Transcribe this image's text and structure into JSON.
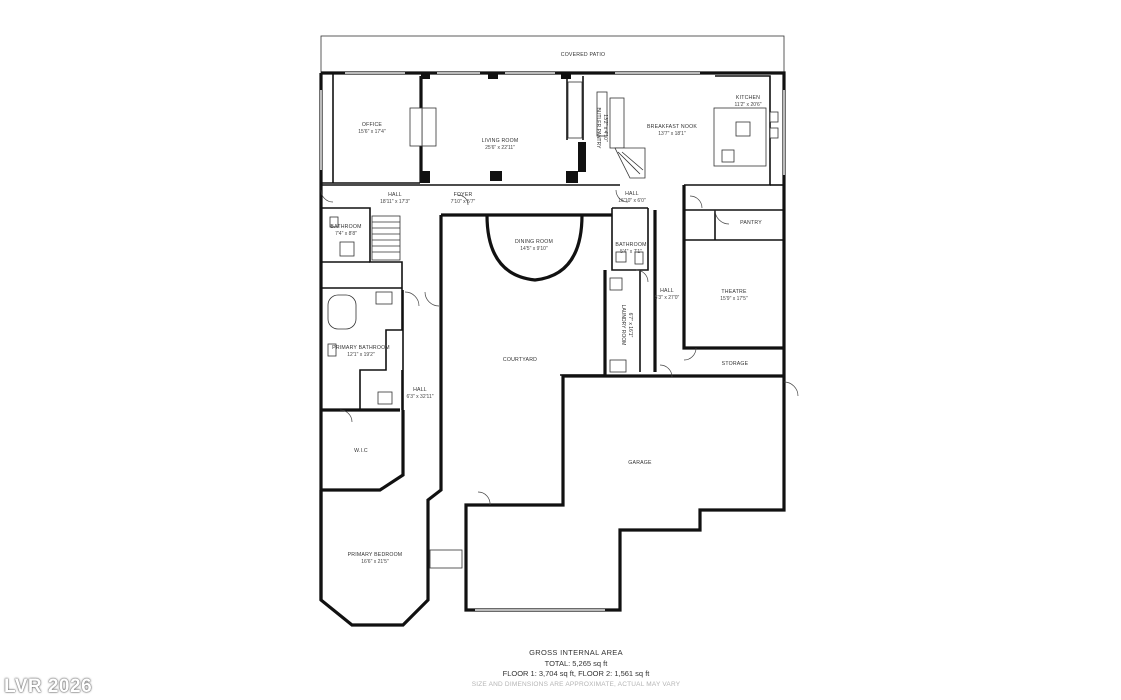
{
  "plan": {
    "rooms": {
      "covered_patio": {
        "name": "COVERED PATIO"
      },
      "office": {
        "name": "OFFICE",
        "size": "15'6\" x 17'4\""
      },
      "living_room": {
        "name": "LIVING ROOM",
        "size": "25'6\" x 22'11\""
      },
      "butler_pantry": {
        "name": "BUTLER PANTRY",
        "size": "13'2\" x 4'10\""
      },
      "breakfast_nook": {
        "name": "BREAKFAST NOOK",
        "size": "13'7\" x 18'1\""
      },
      "kitchen": {
        "name": "KITCHEN",
        "size": "11'2\" x 20'6\""
      },
      "hall_upper_left": {
        "name": "HALL",
        "size": "18'11\" x 17'3\""
      },
      "foyer": {
        "name": "FOYER",
        "size": "7'10\" x 5'7\""
      },
      "hall_upper_right": {
        "name": "HALL",
        "size": "16'10\" x 6'0\""
      },
      "bathroom_left": {
        "name": "BATHROOM",
        "size": "7'4\" x 8'8\""
      },
      "dining_room": {
        "name": "DINING ROOM",
        "size": "14'5\" x 9'10\""
      },
      "bathroom_right": {
        "name": "BATHROOM",
        "size": "5'4\" x 7'1\""
      },
      "pantry": {
        "name": "PANTRY"
      },
      "theatre": {
        "name": "THEATRE",
        "size": "15'9\" x 17'5\""
      },
      "hall_mid_right": {
        "name": "HALL",
        "size": "5'3\" x 27'0\""
      },
      "laundry_room": {
        "name": "LAUNDRY ROOM",
        "size": "6'7\" x 16'1\""
      },
      "primary_bathroom": {
        "name": "PRIMARY BATHROOM",
        "size": "12'1\" x 19'2\""
      },
      "courtyard": {
        "name": "COURTYARD"
      },
      "storage": {
        "name": "STORAGE"
      },
      "hall_left": {
        "name": "HALL",
        "size": "6'3\" x 32'11\""
      },
      "wic": {
        "name": "W.I.C"
      },
      "garage": {
        "name": "GARAGE"
      },
      "primary_bedroom": {
        "name": "PRIMARY BEDROOM",
        "size": "16'6\" x 21'5\""
      }
    }
  },
  "footer": {
    "title": "GROSS INTERNAL AREA",
    "total": "TOTAL: 5,265 sq ft",
    "floors": "FLOOR 1: 3,704 sq ft, FLOOR 2: 1,561 sq ft",
    "note": "SIZE AND DIMENSIONS ARE APPROXIMATE, ACTUAL MAY VARY"
  },
  "watermark": "LVR 2026"
}
